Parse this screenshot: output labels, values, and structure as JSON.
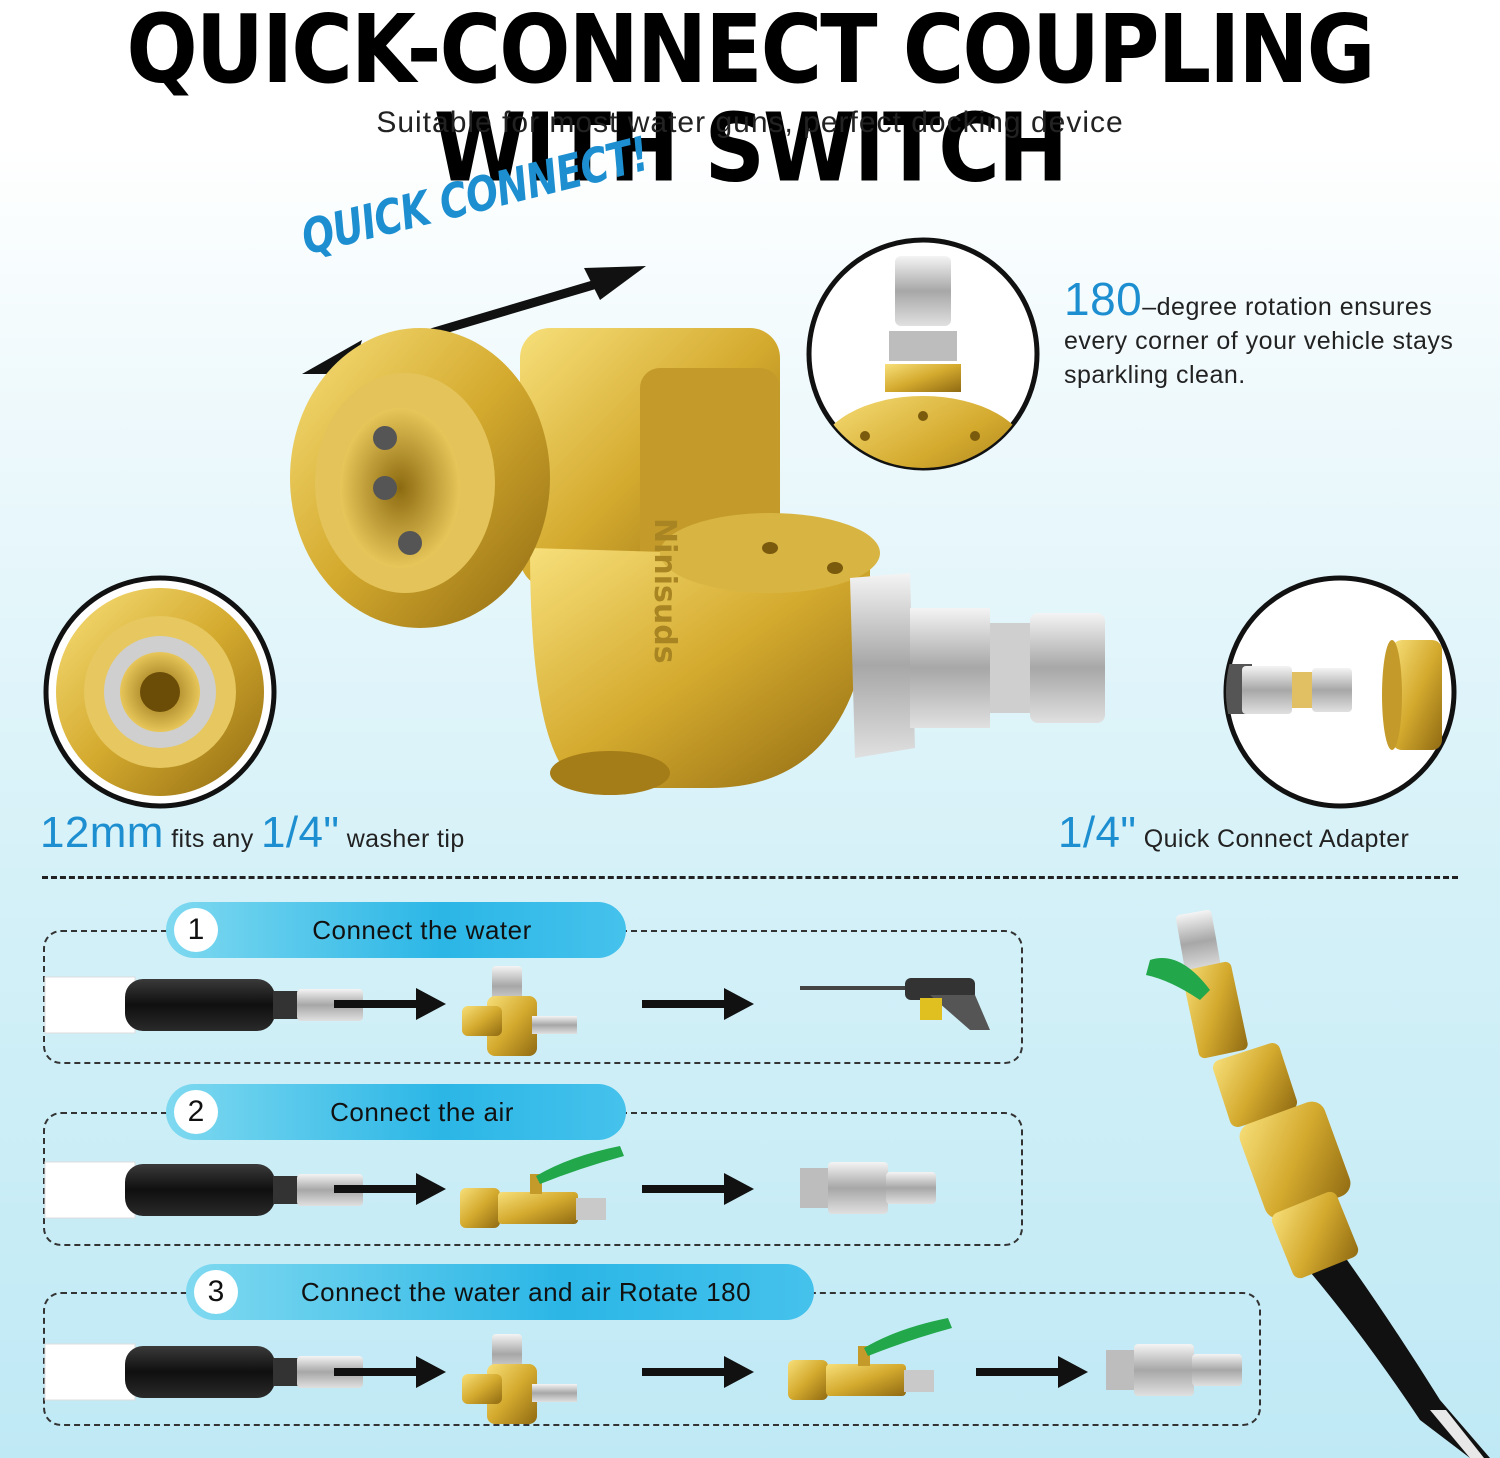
{
  "header": {
    "title": "QUICK-CONNECT COUPLING WITH SWITCH",
    "subtitle": "Suitable for most water guns, perfect docking device"
  },
  "hero": {
    "quick_connect_label": "QUICK CONNECT!",
    "embossed_brand": "Ninisuds"
  },
  "rotation_info": {
    "number": "180",
    "text": "–degree rotation ensures every corner of your vehicle stays sparkling clean."
  },
  "left_caption": {
    "size": "12mm",
    "middle": " fits any ",
    "fraction": "1/4\"",
    "end": " washer tip"
  },
  "right_caption": {
    "fraction": "1/4\"",
    "text": " Quick Connect Adapter"
  },
  "steps": [
    {
      "number": "1",
      "label": "Connect the water"
    },
    {
      "number": "2",
      "label": "Connect the air"
    },
    {
      "number": "3",
      "label": "Connect the water and air Rotate 180"
    }
  ],
  "colors": {
    "accent_blue": "#1d8fd0",
    "pill_blue": "#2bb6e6",
    "brass": "#d9b53a",
    "valve_green": "#22a84a"
  }
}
